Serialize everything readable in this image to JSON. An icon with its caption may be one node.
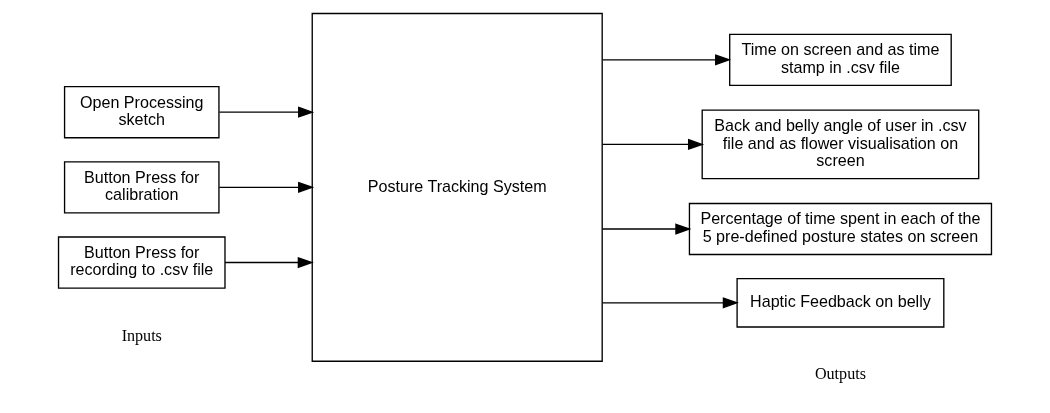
{
  "diagram": {
    "nodes": [
      {
        "text": [
          "Open Processing sketch"
        ]
      },
      {
        "text": [
          "Button Press for calibration"
        ]
      },
      {
        "text": [
          "Button Press for recording to .csv file"
        ]
      },
      {
        "text": [
          "Posture Tracking System"
        ]
      },
      {
        "text": [
          "Time on screen and as time stamp in .csv file"
        ]
      },
      {
        "text": [
          "Back and belly angle of user in .csv file and as flower visualisation on screen"
        ]
      },
      {
        "text": [
          "Percentage of time spent in each of the 5 pre-defined posture states on screen"
        ]
      },
      {
        "text": [
          "Haptic Feedback on belly"
        ]
      }
    ],
    "edges": [
      {
        "from": 0,
        "to": 3,
        "arrow": "to"
      },
      {
        "from": 1,
        "to": 3,
        "arrow": "to"
      },
      {
        "from": 2,
        "to": 3,
        "arrow": "to"
      },
      {
        "from": 3,
        "to": 4,
        "arrow": "to"
      },
      {
        "from": 3,
        "to": 5,
        "arrow": "to"
      },
      {
        "from": 3,
        "to": 6,
        "arrow": "to"
      },
      {
        "from": 3,
        "to": 7,
        "arrow": "to"
      }
    ],
    "labels": [
      "Inputs",
      "Outputs"
    ]
  }
}
